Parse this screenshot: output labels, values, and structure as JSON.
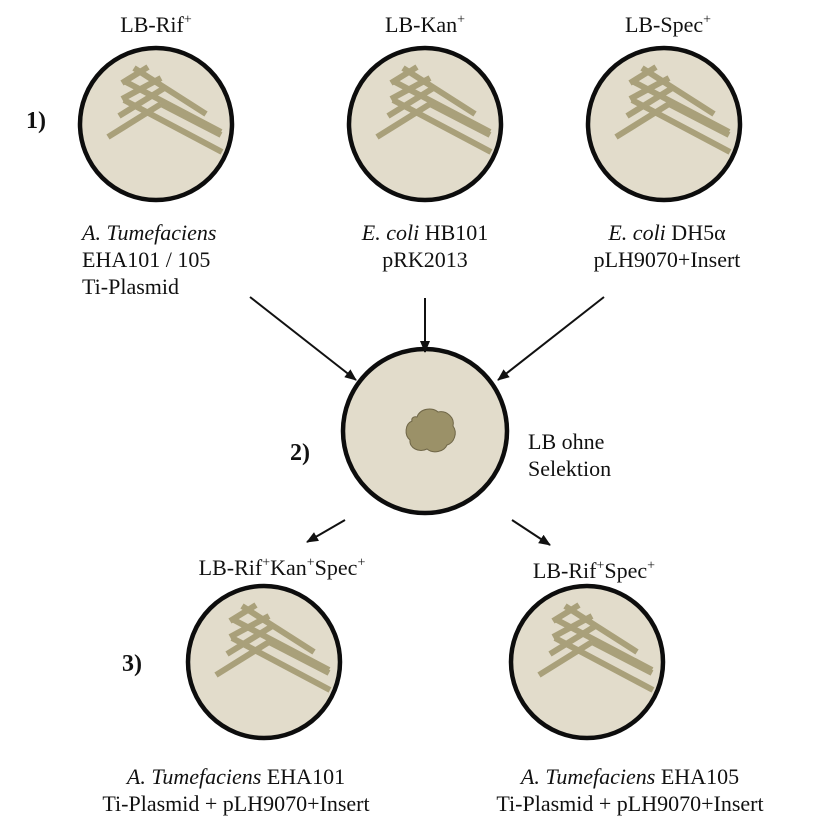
{
  "colors": {
    "plate_fill": "#e2dccb",
    "plate_rim": "#0d0d0d",
    "streak": "#a9a07a",
    "colony": "#9b9168"
  },
  "steps": {
    "s1": "1)",
    "s2": "2)",
    "s3": "3)"
  },
  "plates": {
    "rif": {
      "medium": "LB-Rif",
      "medium_sup": "+",
      "strain_italic": "A. Tumefaciens",
      "strain_rest": "",
      "line2": "EHA101 / 105",
      "line3": "Ti-Plasmid"
    },
    "kan": {
      "medium": "LB-Kan",
      "medium_sup": "+",
      "strain_italic": "E. coli",
      "strain_rest": " HB101",
      "line2": "pRK2013"
    },
    "spec": {
      "medium": "LB-Spec",
      "medium_sup": "+",
      "strain_italic": "E. coli",
      "strain_rest": " DH5α",
      "line2": "pLH9070+Insert"
    },
    "mix": {
      "label_line1": "LB ohne",
      "label_line2": "Selektion"
    },
    "triple": {
      "medium_parts": [
        "LB-Rif",
        "+",
        "Kan",
        "+",
        "Spec",
        "+"
      ],
      "strain_italic": "A. Tumefaciens",
      "strain_rest": " EHA101",
      "line2": "Ti-Plasmid + pLH9070+Insert"
    },
    "double": {
      "medium_parts": [
        "LB-Rif",
        "+",
        "Spec",
        "+"
      ],
      "strain_italic": "A. Tumefaciens",
      "strain_rest": " EHA105",
      "line2": "Ti-Plasmid + pLH9070+Insert"
    }
  }
}
